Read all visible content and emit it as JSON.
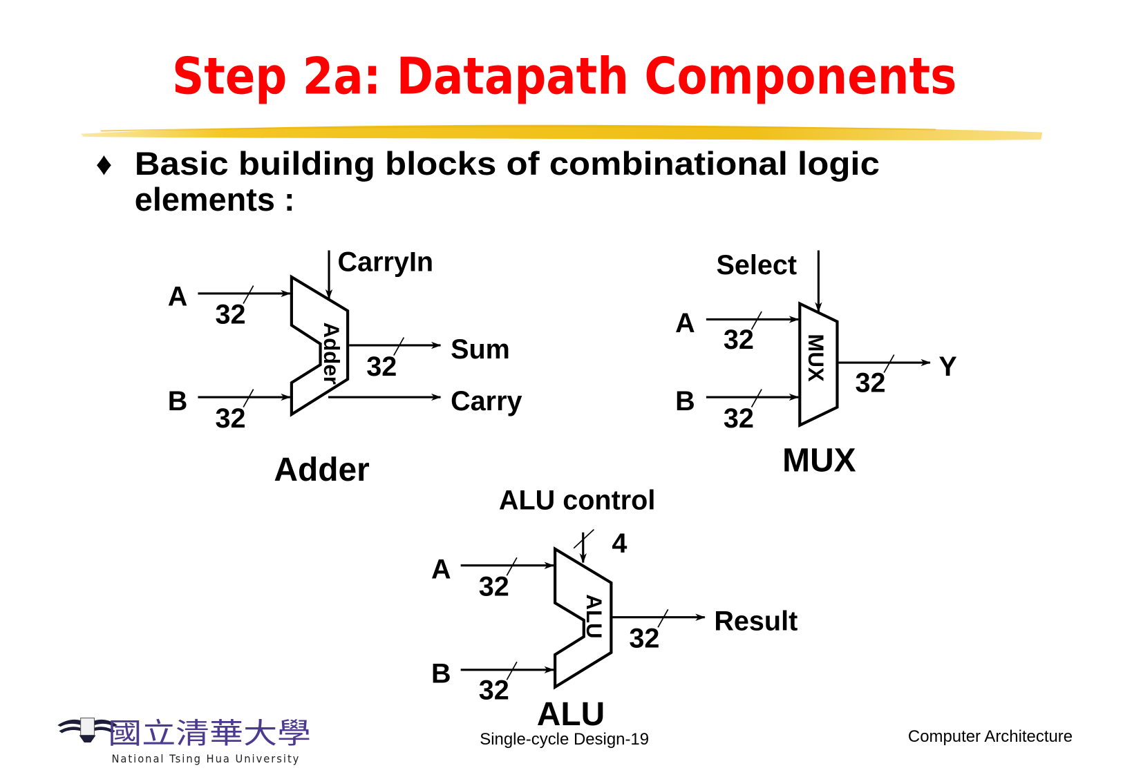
{
  "slide": {
    "title": "Step 2a: Datapath Components",
    "bullet": {
      "symbol": "♦",
      "line1": "Basic building blocks of combinational logic",
      "line2": "elements :"
    },
    "colors": {
      "title": "#ff0000",
      "underline": "#f2c21a",
      "logo": "#4b3a8f"
    }
  },
  "adder": {
    "caption": "Adder",
    "block_label": "Adder",
    "inputs": [
      {
        "name": "A",
        "width": "32"
      },
      {
        "name": "B",
        "width": "32"
      }
    ],
    "control": {
      "name": "CarryIn"
    },
    "outputs": [
      {
        "name": "Sum",
        "width": "32"
      },
      {
        "name": "Carry"
      }
    ]
  },
  "mux": {
    "caption": "MUX",
    "block_label": "MUX",
    "inputs": [
      {
        "name": "A",
        "width": "32"
      },
      {
        "name": "B",
        "width": "32"
      }
    ],
    "control": {
      "name": "Select"
    },
    "outputs": [
      {
        "name": "Y",
        "width": "32"
      }
    ]
  },
  "alu": {
    "caption": "ALU",
    "block_label": "ALU",
    "inputs": [
      {
        "name": "A",
        "width": "32"
      },
      {
        "name": "B",
        "width": "32"
      }
    ],
    "control": {
      "name": "ALU control",
      "width": "4"
    },
    "outputs": [
      {
        "name": "Result",
        "width": "32"
      }
    ]
  },
  "footer": {
    "page": "Single-cycle Design-19",
    "course": "Computer Architecture",
    "university_cjk": "國立清華大學",
    "university_en": "National Tsing Hua University"
  }
}
